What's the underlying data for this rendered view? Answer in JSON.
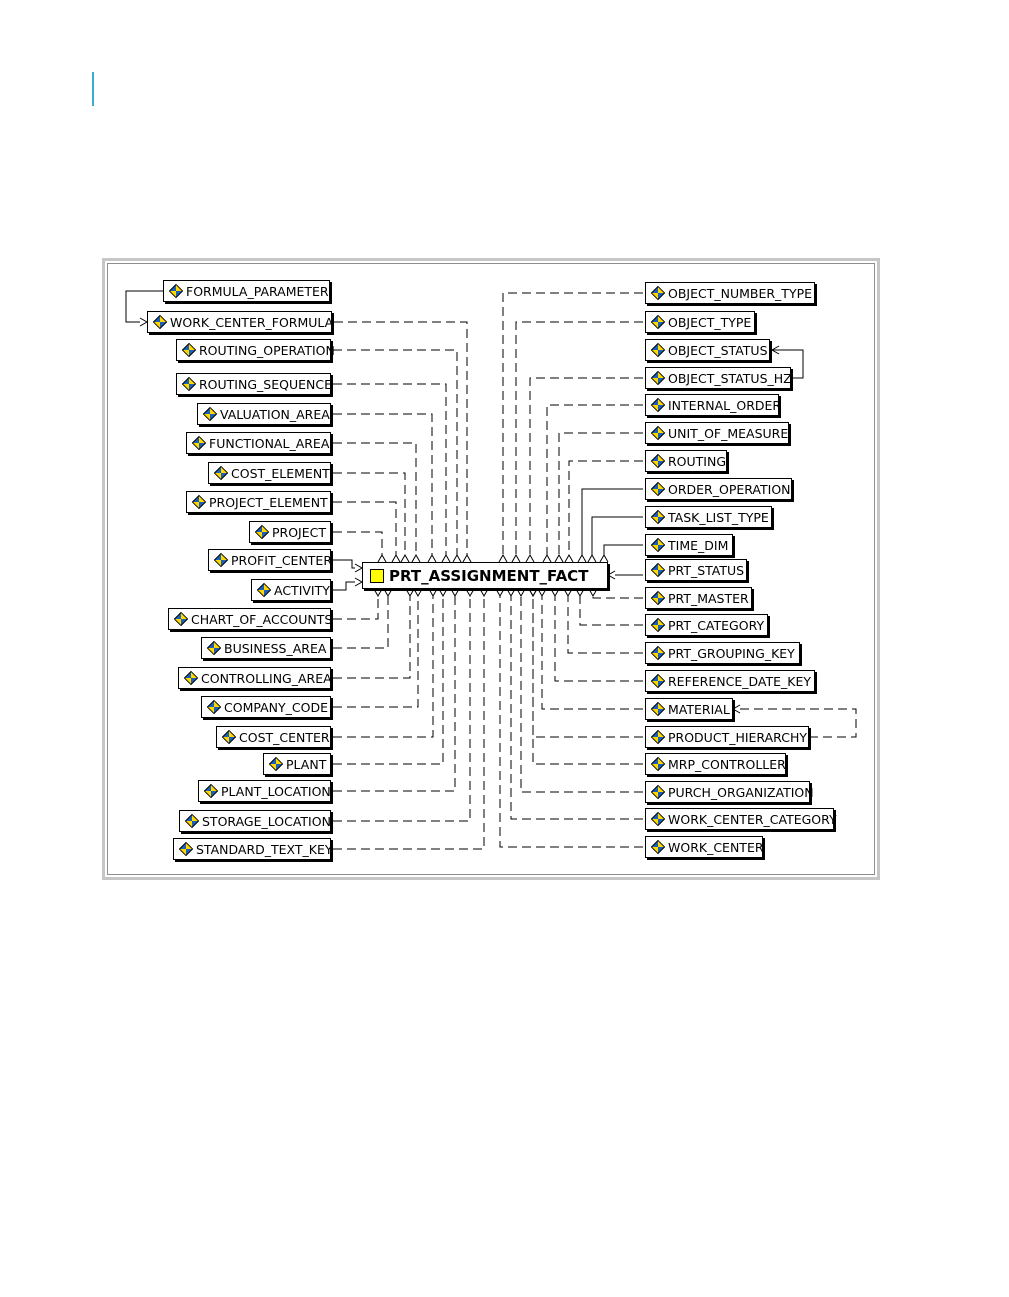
{
  "fact_table": {
    "name": "PRT_ASSIGNMENT_FACT"
  },
  "icon": "dimension-table-icon",
  "colors": {
    "frame": "#c6c6c6",
    "margin_bar": "#3aaecf",
    "fact_icon": "#ffff00",
    "icon_blue": "#1b5fb8",
    "icon_yellow": "#ffd800"
  },
  "left_dimensions": [
    "FORMULA_PARAMETER",
    "WORK_CENTER_FORMULA",
    "ROUTING_OPERATION",
    "ROUTING_SEQUENCE",
    "VALUATION_AREA",
    "FUNCTIONAL_AREA",
    "COST_ELEMENT",
    "PROJECT_ELEMENT",
    "PROJECT",
    "PROFIT_CENTER",
    "ACTIVITY",
    "CHART_OF_ACCOUNTS",
    "BUSINESS_AREA",
    "CONTROLLING_AREA",
    "COMPANY_CODE",
    "COST_CENTER",
    "PLANT",
    "PLANT_LOCATION",
    "STORAGE_LOCATION",
    "STANDARD_TEXT_KEY"
  ],
  "right_dimensions": [
    "OBJECT_NUMBER_TYPE",
    "OBJECT_TYPE",
    "OBJECT_STATUS",
    "OBJECT_STATUS_HZ",
    "INTERNAL_ORDER",
    "UNIT_OF_MEASURE",
    "ROUTING",
    "ORDER_OPERATION",
    "TASK_LIST_TYPE",
    "TIME_DIM",
    "PRT_STATUS",
    "PRT_MASTER",
    "PRT_CATEGORY",
    "PRT_GROUPING_KEY",
    "REFERENCE_DATE_KEY",
    "MATERIAL",
    "PRODUCT_HIERARCHY",
    "MRP_CONTROLLER",
    "PURCH_ORGANIZATION",
    "WORK_CENTER_CATEGORY",
    "WORK_CENTER"
  ]
}
